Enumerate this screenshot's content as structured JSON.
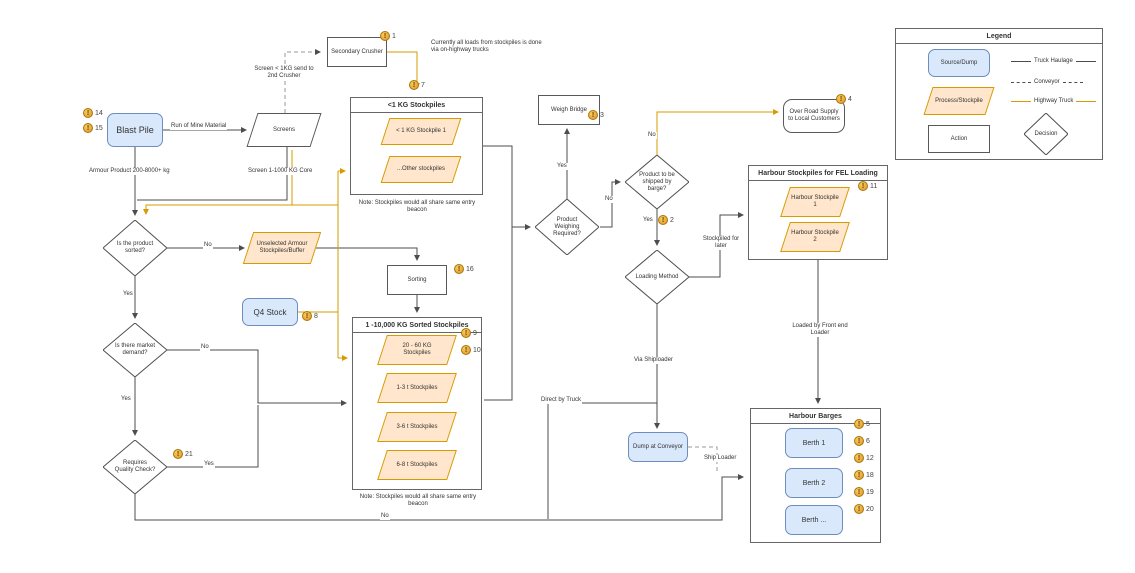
{
  "colors": {
    "source_fill": "#dae8fc",
    "source_border": "#6c8ebf",
    "stockpile_fill": "#ffe6cc",
    "stockpile_border": "#d79b00",
    "line_dark": "#4d4d4d",
    "line_orange": "#d79b00",
    "badge_gold": "#e8a33d"
  },
  "nodes": {
    "blast_pile": "Blast Pile",
    "screens": "Screens",
    "secondary_crusher": "Secondary Crusher",
    "q4_stock": "Q4 Stock",
    "unselected_armour": "Unselected Armour Stockpiles/Buffer",
    "sorting": "Sorting",
    "weigh_bridge": "Weigh Bridge",
    "over_road": "Over Road Supply to Local Customers",
    "dump_conveyor": "Dump at Conveyor",
    "d_sorted": "Is the product sorted?",
    "d_demand": "Is there market demand?",
    "d_qc": "Requires Quality Check?",
    "d_weighing": "Product Weighing Required?",
    "d_barge": "Product to be shipped by barge?",
    "d_loading": "Loading Method"
  },
  "containers": {
    "c1": {
      "title": "<1 KG Stockpiles",
      "items": [
        "< 1 KG Stockpile 1",
        "...Other stockpiles"
      ],
      "note": "Note: Stockpiles would all share same entry beacon"
    },
    "c2": {
      "title": "1 -10,000 KG Sorted Stockpiles",
      "items": [
        "20 - 60 KG Stockpiles",
        "1-3 t Stockpiles",
        "3-6 t Stockpiles",
        "6-8 t Stockpiles"
      ],
      "note": "Note: Stockpiles would all share same entry beacon"
    },
    "c3": {
      "title": "Harbour Stockpiles for FEL Loading",
      "items": [
        "Harbour Stockpile 1",
        "Harbour Stockpile 2"
      ]
    },
    "c4": {
      "title": "Harbour Barges",
      "items": [
        "Berth 1",
        "Berth 2",
        "Berth ..."
      ]
    }
  },
  "edge_labels": {
    "run_of_mine": "Run of Mine Material",
    "armour_product": "Armour Product 200-8000+ kg",
    "screen_core": "Screen 1-1000 KG Core",
    "screen_1kg": "Screen < 1KG send to 2nd Crusher",
    "note_trucks": "Currently all loads from stockpiles is done via on-highway trucks",
    "sorted_no": "No",
    "sorted_yes": "Yes",
    "demand_no": "No",
    "demand_yes": "Yes",
    "qc_yes": "Yes",
    "qc_no": "No",
    "weighing_yes": "Yes",
    "weighing_no": "No",
    "barge_no": "No",
    "barge_yes": "Yes",
    "stockpiled": "Stockpiled for later",
    "via_shiploader": "Via Shiploader",
    "direct_truck": "Direct by Truck",
    "ship_loader": "Ship Loader",
    "loaded_fel": "Loaded by Front end Loader"
  },
  "legend": {
    "title": "Legend",
    "source_dump": "Source/Dump",
    "process_stockpile": "Process/Stockpile",
    "action": "Action",
    "truck_haulage": "Truck Haulage",
    "conveyor": "Conveyor",
    "highway_truck": "Highway Truck",
    "decision": "Decision"
  },
  "badges": [
    "1",
    "7",
    "3",
    "4",
    "2",
    "11",
    "14",
    "15",
    "8",
    "16",
    "9",
    "10",
    "21",
    "5",
    "6",
    "12",
    "18",
    "19",
    "20"
  ]
}
